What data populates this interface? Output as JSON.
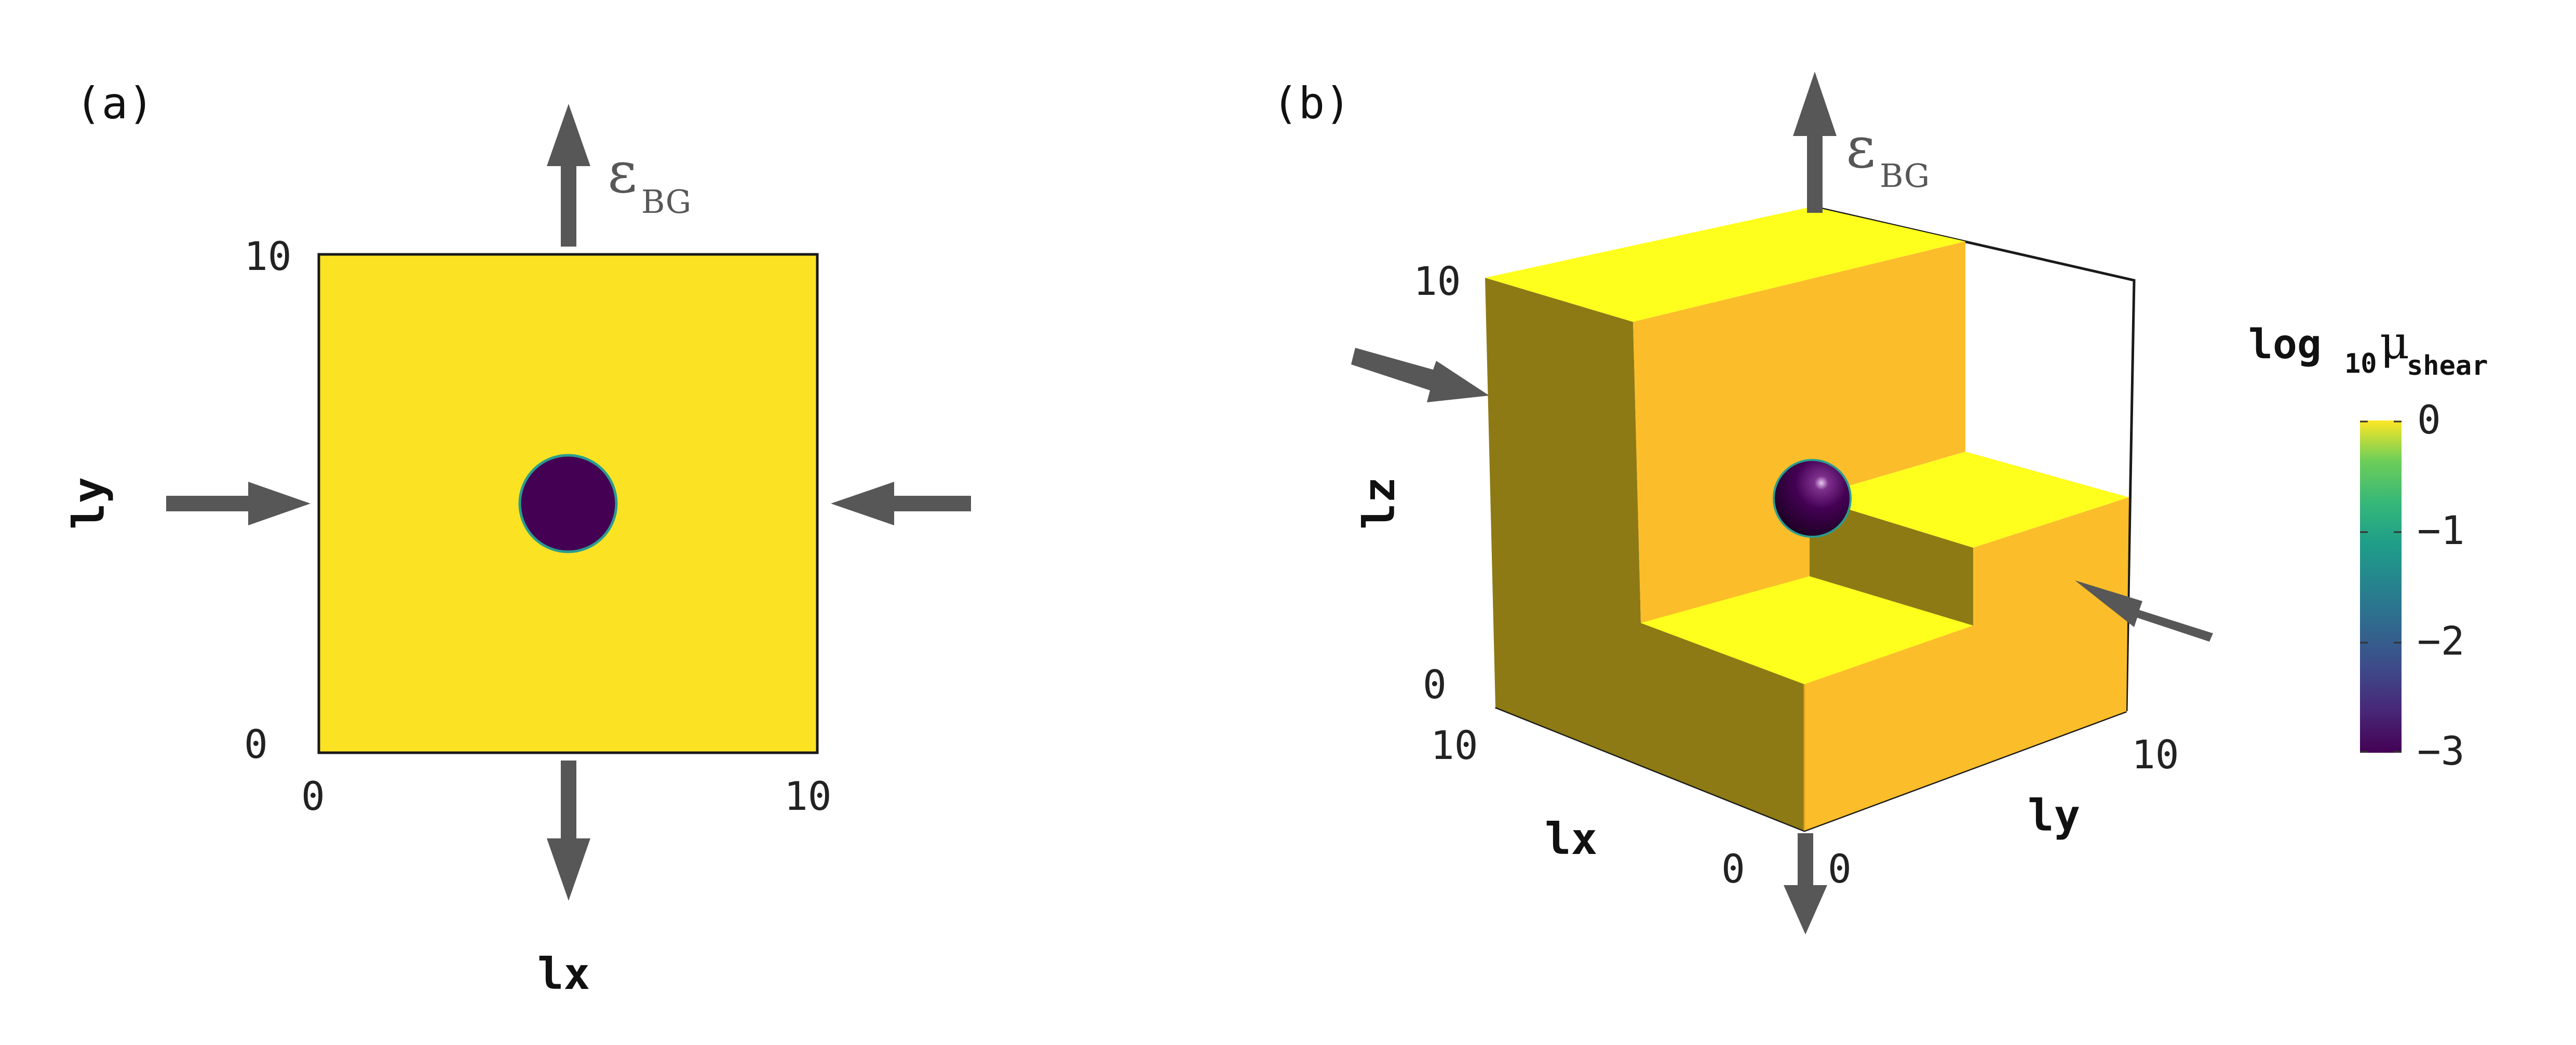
{
  "panel_a": {
    "label": "(a)",
    "x_axis_label": "lx",
    "y_axis_label": "ly",
    "x_ticks": [
      "0",
      "10"
    ],
    "y_ticks": [
      "0",
      "10"
    ],
    "strain_label": "ε",
    "strain_sub": "BG"
  },
  "panel_b": {
    "label": "(b)",
    "x_axis_label": "lx",
    "y_axis_label": "ly",
    "z_axis_label": "lz",
    "x_ticks": [
      "0",
      "10"
    ],
    "y_ticks": [
      "0",
      "10"
    ],
    "z_ticks": [
      "0",
      "10"
    ],
    "strain_label": "ε",
    "strain_sub": "BG"
  },
  "colorbar": {
    "title_main": "log",
    "title_sub": "10",
    "title_mu": "μ",
    "title_mu_sub": "shear",
    "ticks": [
      "0",
      "−1",
      "−2",
      "−3"
    ],
    "range": [
      -3,
      0
    ],
    "colormap": "viridis"
  },
  "colors": {
    "matrix": "#fbe324",
    "matrix_top": "#ffff1e",
    "matrix_front": "#fbbd2a",
    "matrix_dark": "#8e7a14",
    "inclusion": "#440154",
    "arrow": "#575757"
  }
}
